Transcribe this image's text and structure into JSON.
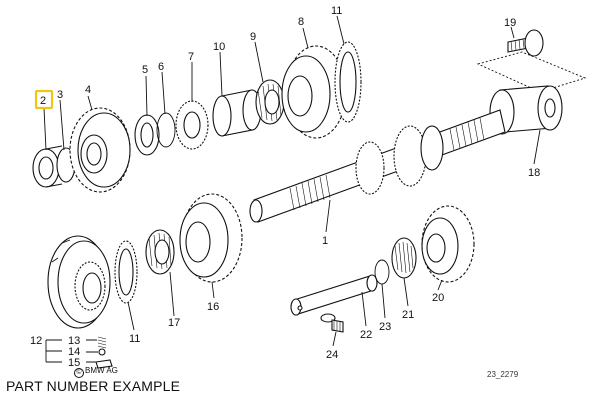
{
  "callouts": {
    "c1": "1",
    "c2": "2",
    "c3": "3",
    "c4": "4",
    "c5": "5",
    "c6": "6",
    "c7": "7",
    "c8": "8",
    "c9": "9",
    "c10": "10",
    "c11a": "11",
    "c11b": "11",
    "c12": "12",
    "c13": "13",
    "c14": "14",
    "c15": "15",
    "c16": "16",
    "c17": "17",
    "c18": "18",
    "c19": "19",
    "c20": "20",
    "c21": "21",
    "c22": "22",
    "c23": "23",
    "c24": "24"
  },
  "highlight": {
    "part": "2",
    "color": "#f0c419"
  },
  "copyright": "BMW AG",
  "ref_code": "23_2279",
  "caption": "PART NUMBER EXAMPLE"
}
